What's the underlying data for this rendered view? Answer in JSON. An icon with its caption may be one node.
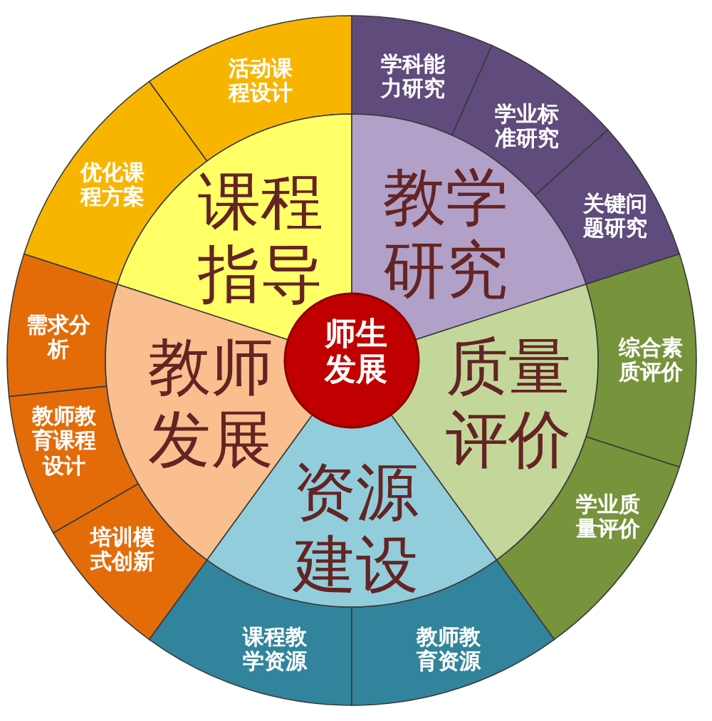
{
  "diagram": {
    "nodes": [
      {
        "text": [
          "师生发展"
        ]
      },
      {
        "text": [
          "课程指导"
        ]
      },
      {
        "text": [
          "教学研究"
        ]
      },
      {
        "text": [
          "质量评价"
        ]
      },
      {
        "text": [
          "资源建设"
        ]
      },
      {
        "text": [
          "教师发展"
        ]
      },
      {
        "text": [
          "活动课程设计"
        ]
      },
      {
        "text": [
          "优化课程方案"
        ]
      },
      {
        "text": [
          "学科能力研究"
        ]
      },
      {
        "text": [
          "学业标准研究"
        ]
      },
      {
        "text": [
          "关键问题研究"
        ]
      },
      {
        "text": [
          "综合素质评价"
        ]
      },
      {
        "text": [
          "学业质量评价"
        ]
      },
      {
        "text": [
          "课程教学资源"
        ]
      },
      {
        "text": [
          "教师教育资源"
        ]
      },
      {
        "text": [
          "需求分析"
        ]
      },
      {
        "text": [
          "教师教育课程设计"
        ]
      },
      {
        "text": [
          "培训模式创新"
        ]
      }
    ]
  }
}
